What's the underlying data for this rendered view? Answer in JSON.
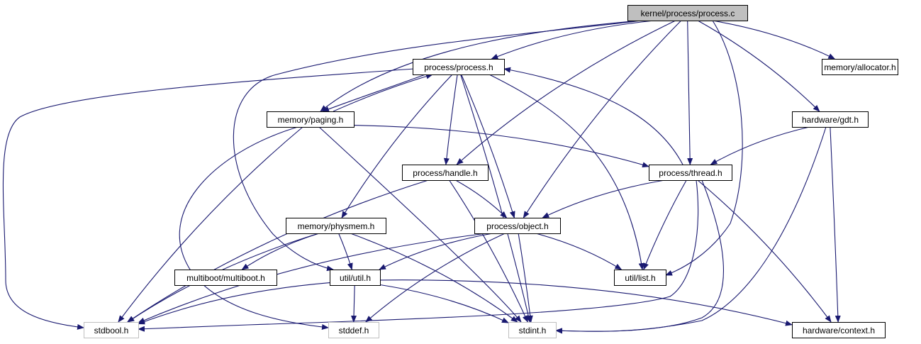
{
  "colors": {
    "edge": "#191970",
    "root_fill": "#bfbfbf",
    "node_border": "#000000",
    "external_border": "#bfbfbf",
    "external_text": "#000000",
    "background": "#ffffff"
  },
  "nodes": [
    {
      "id": "process_c",
      "label": "kernel/process/process.c",
      "kind": "root"
    },
    {
      "id": "process_h",
      "label": "process/process.h",
      "kind": "normal"
    },
    {
      "id": "allocator_h",
      "label": "memory/allocator.h",
      "kind": "normal"
    },
    {
      "id": "paging_h",
      "label": "memory/paging.h",
      "kind": "normal"
    },
    {
      "id": "gdt_h",
      "label": "hardware/gdt.h",
      "kind": "normal"
    },
    {
      "id": "handle_h",
      "label": "process/handle.h",
      "kind": "normal"
    },
    {
      "id": "thread_h",
      "label": "process/thread.h",
      "kind": "normal"
    },
    {
      "id": "physmem_h",
      "label": "memory/physmem.h",
      "kind": "normal"
    },
    {
      "id": "object_h",
      "label": "process/object.h",
      "kind": "normal"
    },
    {
      "id": "multiboot_h",
      "label": "multiboot/multiboot.h",
      "kind": "normal"
    },
    {
      "id": "util_h",
      "label": "util/util.h",
      "kind": "normal"
    },
    {
      "id": "list_h",
      "label": "util/list.h",
      "kind": "normal"
    },
    {
      "id": "stdbool_h",
      "label": "stdbool.h",
      "kind": "external"
    },
    {
      "id": "stddef_h",
      "label": "stddef.h",
      "kind": "external"
    },
    {
      "id": "stdint_h",
      "label": "stdint.h",
      "kind": "external"
    },
    {
      "id": "context_h",
      "label": "hardware/context.h",
      "kind": "normal"
    }
  ],
  "edges": [
    {
      "from": "process_c",
      "to": "process_h"
    },
    {
      "from": "process_c",
      "to": "allocator_h"
    },
    {
      "from": "process_c",
      "to": "paging_h"
    },
    {
      "from": "process_c",
      "to": "gdt_h"
    },
    {
      "from": "process_c",
      "to": "handle_h"
    },
    {
      "from": "process_c",
      "to": "thread_h"
    },
    {
      "from": "process_c",
      "to": "object_h"
    },
    {
      "from": "process_c",
      "to": "list_h"
    },
    {
      "from": "process_c",
      "to": "util_h"
    },
    {
      "from": "process_h",
      "to": "paging_h"
    },
    {
      "from": "paging_h",
      "to": "process_h"
    },
    {
      "from": "process_h",
      "to": "stdbool_h"
    },
    {
      "from": "process_h",
      "to": "handle_h"
    },
    {
      "from": "process_h",
      "to": "physmem_h"
    },
    {
      "from": "process_h",
      "to": "object_h"
    },
    {
      "from": "process_h",
      "to": "list_h"
    },
    {
      "from": "process_h",
      "to": "stdint_h"
    },
    {
      "from": "paging_h",
      "to": "stdbool_h"
    },
    {
      "from": "paging_h",
      "to": "stddef_h"
    },
    {
      "from": "paging_h",
      "to": "stdint_h"
    },
    {
      "from": "paging_h",
      "to": "thread_h"
    },
    {
      "from": "thread_h",
      "to": "process_h"
    },
    {
      "from": "gdt_h",
      "to": "thread_h"
    },
    {
      "from": "gdt_h",
      "to": "stdint_h"
    },
    {
      "from": "gdt_h",
      "to": "context_h"
    },
    {
      "from": "handle_h",
      "to": "object_h"
    },
    {
      "from": "handle_h",
      "to": "stdbool_h"
    },
    {
      "from": "handle_h",
      "to": "stdint_h"
    },
    {
      "from": "thread_h",
      "to": "object_h"
    },
    {
      "from": "thread_h",
      "to": "list_h"
    },
    {
      "from": "thread_h",
      "to": "stdint_h"
    },
    {
      "from": "thread_h",
      "to": "context_h"
    },
    {
      "from": "thread_h",
      "to": "stdbool_h"
    },
    {
      "from": "physmem_h",
      "to": "multiboot_h"
    },
    {
      "from": "physmem_h",
      "to": "util_h"
    },
    {
      "from": "physmem_h",
      "to": "stdbool_h"
    },
    {
      "from": "physmem_h",
      "to": "stdint_h"
    },
    {
      "from": "object_h",
      "to": "util_h"
    },
    {
      "from": "object_h",
      "to": "list_h"
    },
    {
      "from": "object_h",
      "to": "stdbool_h"
    },
    {
      "from": "object_h",
      "to": "stddef_h"
    },
    {
      "from": "object_h",
      "to": "stdint_h"
    },
    {
      "from": "util_h",
      "to": "stdbool_h"
    },
    {
      "from": "util_h",
      "to": "stddef_h"
    },
    {
      "from": "util_h",
      "to": "stdint_h"
    },
    {
      "from": "util_h",
      "to": "context_h"
    }
  ]
}
